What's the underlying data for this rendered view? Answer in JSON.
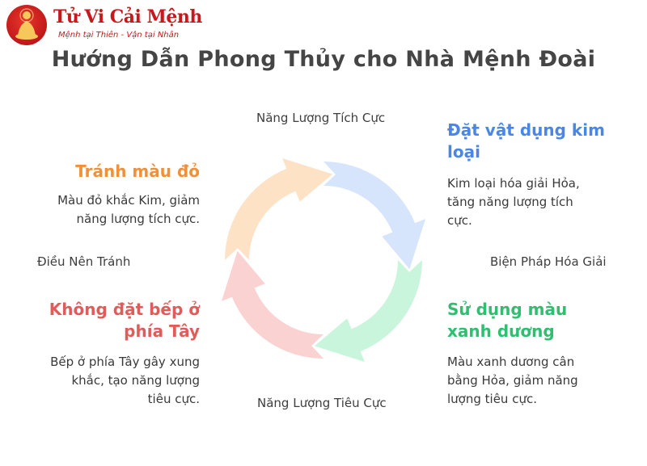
{
  "brand": {
    "name": "Tử Vi Cải Mệnh",
    "tagline": "Mệnh tại Thiên - Vận tại Nhân",
    "color": "#c8181b"
  },
  "title": "Hướng Dẫn Phong Thủy cho Nhà Mệnh Đoài",
  "axes": {
    "top": "Năng Lượng Tích Cực",
    "bottom": "Năng Lượng Tiêu Cực",
    "left": "Điều Nên Tránh",
    "right": "Biện Pháp Hóa Giải"
  },
  "quadrants": {
    "top_left": {
      "title": "Tránh màu đỏ",
      "desc_lines": [
        "Màu đỏ khắc Kim, giảm",
        "năng lượng tích cực."
      ],
      "color": "#f0913a",
      "segment_color": "#fde2c6"
    },
    "top_right": {
      "title_lines": [
        "Đặt vật dụng kim",
        "loại"
      ],
      "desc_lines": [
        "Kim loại hóa giải Hỏa,",
        "tăng năng lượng tích",
        "cực."
      ],
      "color": "#4a86e8",
      "segment_color": "#d6e5fb"
    },
    "bottom_left": {
      "title_lines": [
        "Không đặt bếp ở",
        "phía Tây"
      ],
      "desc_lines": [
        "Bếp ở phía Tây gây xung",
        "khắc, tạo năng lượng",
        "tiêu cực."
      ],
      "color": "#e25b5b",
      "segment_color": "#fbd2d2"
    },
    "bottom_right": {
      "title_lines": [
        "Sử dụng màu",
        "xanh dương"
      ],
      "desc_lines": [
        "Màu xanh dương cân",
        "bằng Hỏa, giảm năng",
        "lượng tiêu cực."
      ],
      "color": "#2fbf71",
      "segment_color": "#c9f5dc"
    }
  }
}
